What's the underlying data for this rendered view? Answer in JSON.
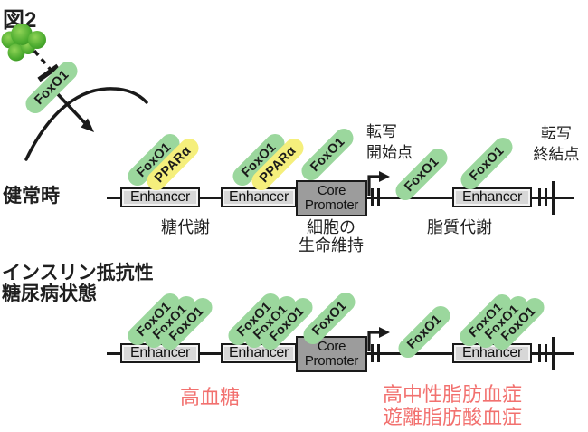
{
  "figure_label": "図2",
  "strings": {
    "foxo1": "FoxO1",
    "ppara": "PPARα",
    "enhancer": "Enhancer",
    "core_promoter": "Core\nPromoter"
  },
  "healthy": {
    "state_label": "健常時",
    "tss_label": "転写\n開始点",
    "tts_label": "転写\n終結点",
    "gene_labels": {
      "glucose": "糖代謝",
      "cell_maintenance": "細胞の\n生命維持",
      "lipid": "脂質代謝"
    }
  },
  "diabetic": {
    "state_label": "インスリン抵抗性\n糖尿病状態",
    "outcome_labels": {
      "hyperglycemia": "高血糖",
      "lipidemia": "高中性脂肪血症\n遊離脂肪酸血症"
    }
  },
  "icons": {
    "insulin_cluster": "insulin-cluster",
    "inhibition": "inhibition-tbar",
    "nuclear_membrane": "nuclear-membrane-arc",
    "translocation": "foxo1-translocation-arrow"
  },
  "colors": {
    "foxo1_green": "#9bd79d",
    "ppara_yellow": "#f5ef7c",
    "enhancer_gray": "#d7d7d7",
    "core_promoter_gray": "#9c9c9c",
    "outcome_red": "#f2716f",
    "line_black": "#1a1a1a",
    "cluster_green": "#4aaa2e"
  }
}
